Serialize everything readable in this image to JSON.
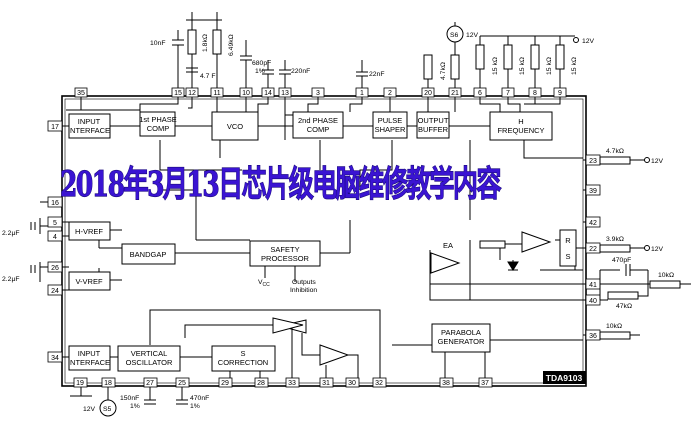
{
  "chip_label": "TDA9103",
  "banner_text": "2018年3月13日芯片级电脑维修教学内容",
  "blocks": {
    "input_interface_top": [
      "INPUT",
      "INTERFACE"
    ],
    "phase_comp_1": [
      "1st PHASE",
      "COMP"
    ],
    "vco": "VCO",
    "phase_comp_2": [
      "2nd PHASE",
      "COMP"
    ],
    "pulse_shaper": [
      "PULSE",
      "SHAPER"
    ],
    "output_buffer": [
      "OUTPUT",
      "BUFFER"
    ],
    "h_frequency": [
      "H",
      "FREQUENCY"
    ],
    "h_vref": "H-VREF",
    "bandgap": "BANDGAP",
    "safety_processor": [
      "SAFETY",
      "PROCESSOR"
    ],
    "v_vref": "V-VREF",
    "input_interface_bottom": [
      "INPUT",
      "INTERFACE"
    ],
    "vertical_oscillator": [
      "VERTICAL",
      "OSCILLATOR"
    ],
    "s_correction": [
      "S",
      "CORRECTION"
    ],
    "parabola_generator": [
      "PARABOLA",
      "GENERATOR"
    ],
    "ea": "EA",
    "rs_r": "R",
    "rs_s": "S",
    "vcc": "V",
    "vcc_sub": "CC",
    "outputs_inhibition": [
      "Outputs",
      "Inhibition"
    ]
  },
  "pins": {
    "top": [
      "35",
      "15",
      "12",
      "11",
      "10",
      "14",
      "13",
      "3",
      "1",
      "2",
      "20",
      "21",
      "6",
      "7",
      "8",
      "9"
    ],
    "left": [
      "17",
      "16",
      "5",
      "4",
      "26",
      "24",
      "34"
    ],
    "right": [
      "23",
      "39",
      "42",
      "22",
      "41",
      "40",
      "36"
    ],
    "bottom": [
      "19",
      "18",
      "27",
      "25",
      "29",
      "28",
      "33",
      "31",
      "30",
      "32",
      "38",
      "37"
    ]
  },
  "components": {
    "c_10nf": "10nF",
    "r_1k8": "1.8kΩ",
    "r_6k49": "6.49kΩ",
    "c_4_7f": "4.7   F",
    "c_680pf": "680pF",
    "pct_680": "1%",
    "c_220nf": "220nF",
    "c_22nf": "22nF",
    "r_4k7_top": "4.7kΩ",
    "s6": "S6",
    "v12_s6": "12V",
    "v12_top": "12V",
    "r_15k_1": "15 kΩ",
    "r_15k_2": "15 kΩ",
    "r_15k_3": "15 kΩ",
    "r_15k_4": "15 kΩ",
    "c_2_2uf_top": "2.2μF",
    "c_2_2uf_bot": "2.2μF",
    "r_4k7_right": "4.7kΩ",
    "v12_right1": "12V",
    "r_3k9": "3.9kΩ",
    "v12_right2": "12V",
    "c_470pf": "470pF",
    "r_47k": "47kΩ",
    "r_10k_1": "10kΩ",
    "r_10k_2": "10kΩ",
    "v12_s5": "12V",
    "s5": "S5",
    "c_150nf": "150nF",
    "pct_150": "1%",
    "c_470nf": "470nF",
    "pct_470": "1%"
  }
}
